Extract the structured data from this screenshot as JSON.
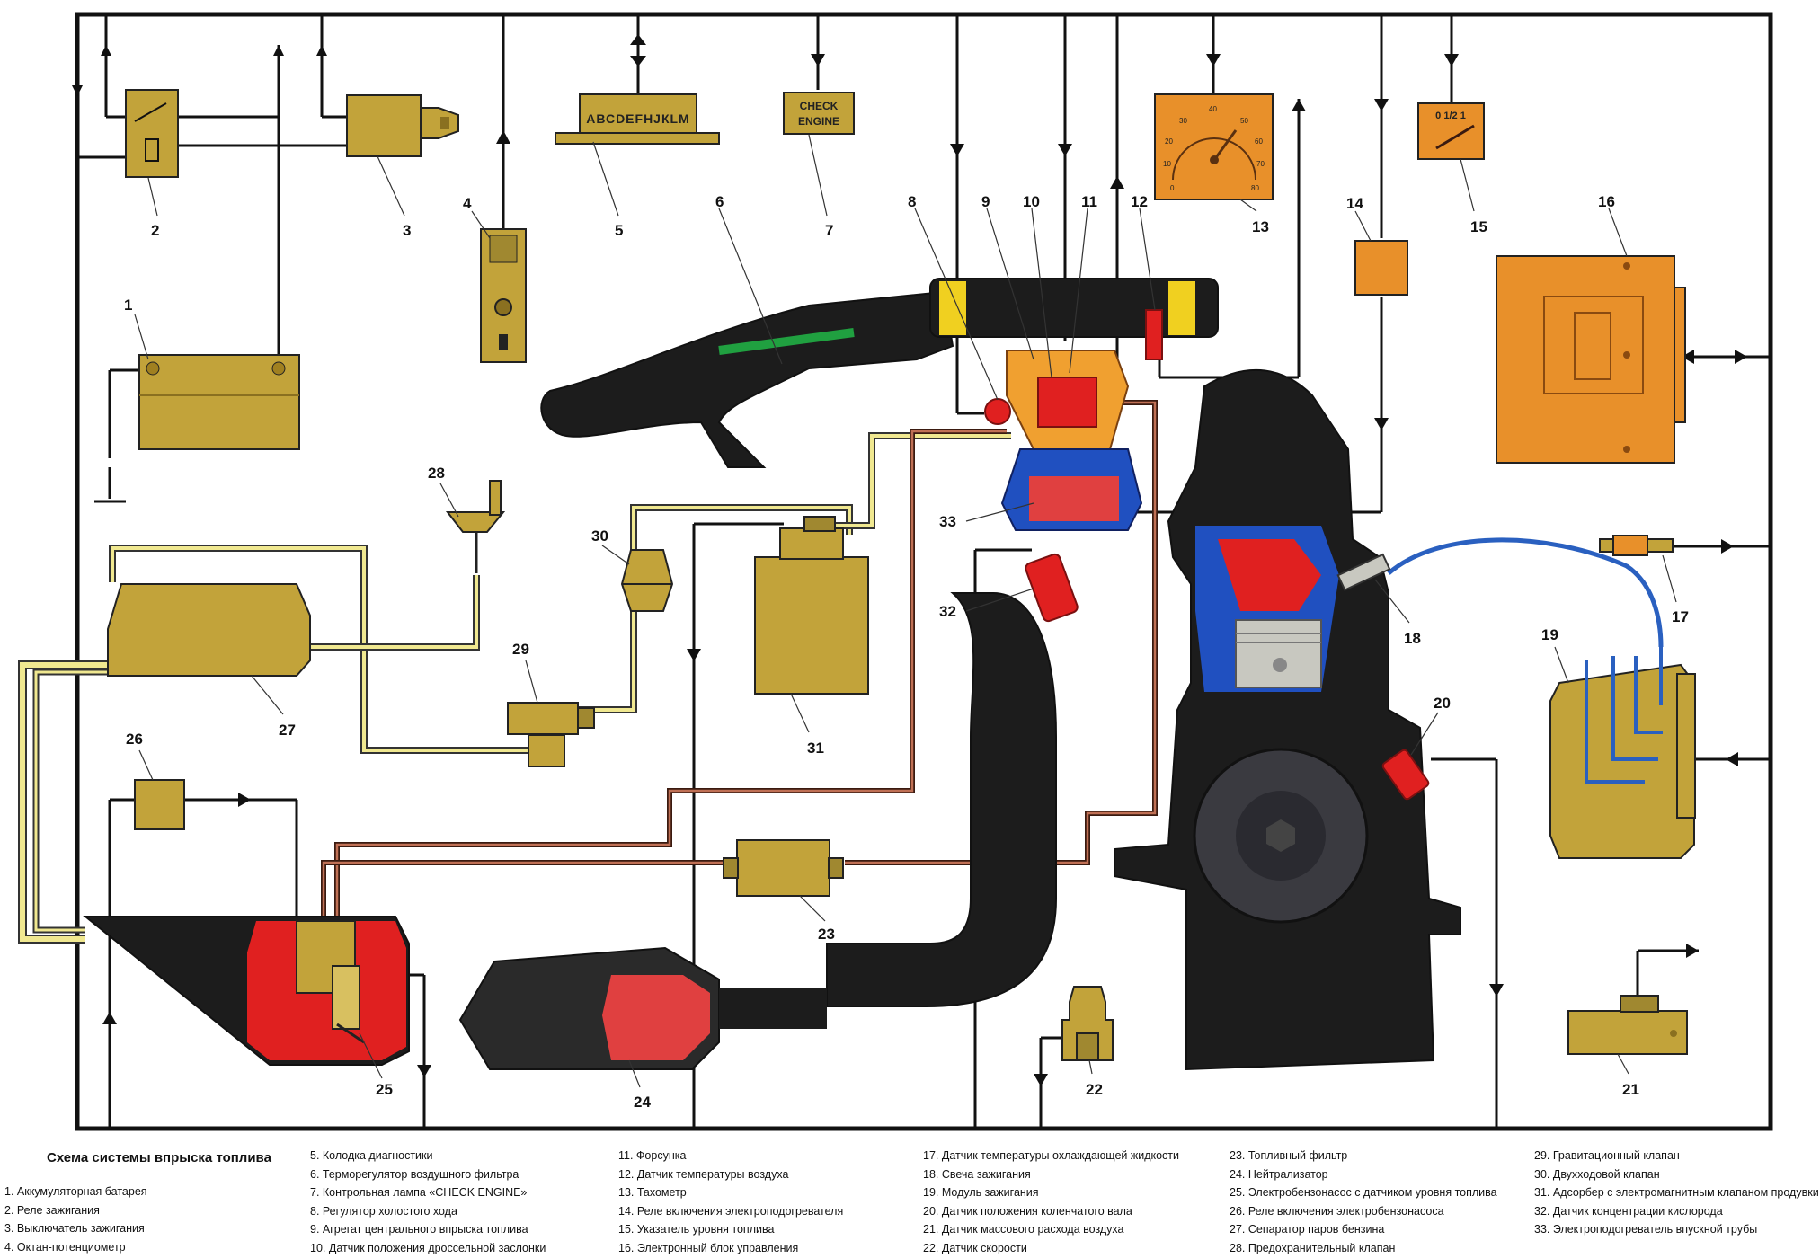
{
  "labels": {
    "diag_letters": "АВСDЕFНЈКLМ",
    "check_engine_line1": "CHECK",
    "check_engine_line2": "ENGINE",
    "tacho_ticks": [
      "0",
      "10",
      "20",
      "30",
      "40",
      "50",
      "60",
      "70",
      "80"
    ],
    "fuel_gauge": "0  1/2  1"
  },
  "callouts": [
    "1",
    "2",
    "3",
    "4",
    "5",
    "6",
    "7",
    "8",
    "9",
    "10",
    "11",
    "12",
    "13",
    "14",
    "15",
    "16",
    "17",
    "18",
    "19",
    "20",
    "21",
    "22",
    "23",
    "24",
    "25",
    "26",
    "27",
    "28",
    "29",
    "30",
    "31",
    "32",
    "33"
  ],
  "legend": {
    "title": "Схема системы впрыска топлива",
    "columns": [
      [
        "1. Аккумуляторная батарея",
        "2. Реле зажигания",
        "3. Выключатель зажигания",
        "4. Октан-потенциометр"
      ],
      [
        "5. Колодка диагностики",
        "6. Терморегулятор воздушного фильтра",
        "7. Контрольная лампа «CHECK ENGINE»",
        "8. Регулятор холостого хода",
        "9. Агрегат центрального впрыска топлива",
        "10. Датчик положения дроссельной заслонки"
      ],
      [
        "11. Форсунка",
        "12. Датчик температуры воздуха",
        "13. Тахометр",
        "14. Реле включения электроподогревателя",
        "15. Указатель уровня топлива",
        "16. Электронный блок управления"
      ],
      [
        "17. Датчик температуры охлаждающей жидкости",
        "18. Свеча зажигания",
        "19. Модуль зажигания",
        "20. Датчик положения коленчатого вала",
        "21. Датчик массового расхода воздуха",
        "22. Датчик скорости"
      ],
      [
        "23. Топливный фильтр",
        "24. Нейтрализатор",
        "25. Электробензонасос с датчиком уровня топлива",
        "26. Реле включения электробензонасоса",
        "27. Сепаратор паров бензина",
        "28. Предохранительный клапан"
      ],
      [
        "29. Гравитационный клапан",
        "30. Двухходовой клапан",
        "31. Адсорбер с электромагнитным клапаном продувки",
        "32. Датчик концентрации кислорода",
        "33. Электроподогреватель впускной трубы"
      ]
    ]
  },
  "colors": {
    "wire": "#111111",
    "component": "#c9a83c",
    "vapor_line": "#f0e890",
    "fuel_line": "#a05a40",
    "orange": "#e8902a",
    "red": "#e02020",
    "blue": "#2050c0",
    "engine": "#1c1c1c"
  }
}
